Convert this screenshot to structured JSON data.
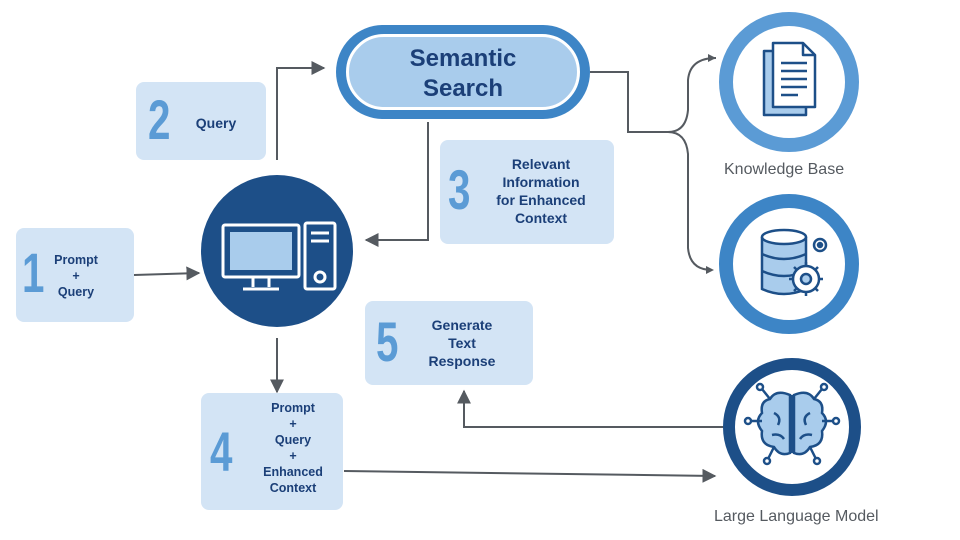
{
  "semantic_search": {
    "line1": "Semantic",
    "line2": "Search"
  },
  "steps": {
    "s1": {
      "num": "1",
      "l1": "Prompt",
      "l2": "+",
      "l3": "Query"
    },
    "s2": {
      "num": "2",
      "l1": "Query"
    },
    "s3": {
      "num": "3",
      "l1": "Relevant",
      "l2": "Information",
      "l3": "for Enhanced",
      "l4": "Context"
    },
    "s4": {
      "num": "4",
      "l1": "Prompt",
      "l2": "+",
      "l3": "Query",
      "l4": "+",
      "l5": "Enhanced",
      "l6": "Context"
    },
    "s5": {
      "num": "5",
      "l1": "Generate",
      "l2": "Text",
      "l3": "Response"
    }
  },
  "captions": {
    "knowledge_base": "Knowledge Base",
    "llm": "Large Language Model"
  },
  "icons": {
    "computer": "desktop-computer-icon",
    "documents": "documents-icon",
    "database": "database-gear-icon",
    "brain": "brain-circuit-icon"
  },
  "colors": {
    "dark_blue": "#1d4f88",
    "mid_blue": "#3d85c6",
    "light_blue": "#a9ccec",
    "box_fill": "#d3e4f5",
    "text_navy": "#1b3f78",
    "arrow": "#555a60"
  }
}
